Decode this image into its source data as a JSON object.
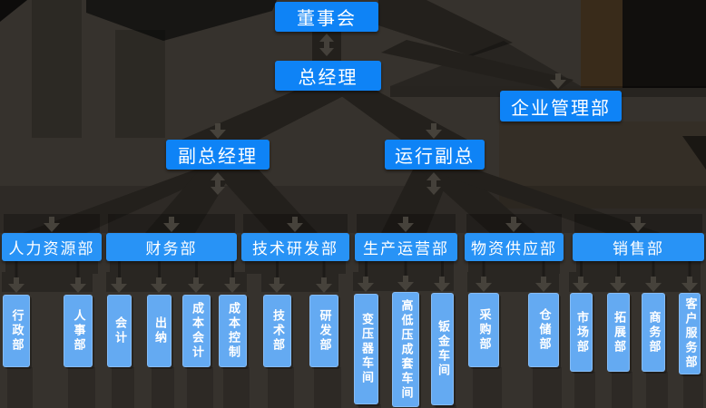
{
  "palette": {
    "background": "#36322d",
    "beam_dark": "#23201c",
    "arrow_gray": "#46423b",
    "top_box_blue": "#0e83f6",
    "department_box_blue": "#2893f6",
    "subdepartment_box_blue": "#64aaf2",
    "text_color": "#ffffff"
  },
  "executives": {
    "board": "董事会",
    "general_manager": "总经理",
    "enterprise_management": "企业管理部",
    "deputy_general_manager": "副总经理",
    "operations_vp": "运行副总"
  },
  "departments": [
    {
      "label": "人力资源部",
      "children": [
        {
          "label": "行政部"
        },
        {
          "label": "人事部"
        }
      ]
    },
    {
      "label": "财务部",
      "children": [
        {
          "label": "会计"
        },
        {
          "label": "出纳"
        },
        {
          "label": "成本会计"
        },
        {
          "label": "成本控制"
        }
      ]
    },
    {
      "label": "技术研发部",
      "children": [
        {
          "label": "技术部"
        },
        {
          "label": "研发部"
        }
      ]
    },
    {
      "label": "生产运营部",
      "children": [
        {
          "label": "变压器车间"
        },
        {
          "label": "高低压成套车间"
        },
        {
          "label": "钣金车间"
        }
      ]
    },
    {
      "label": "物资供应部",
      "children": [
        {
          "label": "采购部"
        },
        {
          "label": "仓储部"
        }
      ]
    },
    {
      "label": "销售部",
      "children": [
        {
          "label": "市场部"
        },
        {
          "label": "拓展部"
        },
        {
          "label": "商务部"
        },
        {
          "label": "客户服务部"
        }
      ]
    }
  ]
}
